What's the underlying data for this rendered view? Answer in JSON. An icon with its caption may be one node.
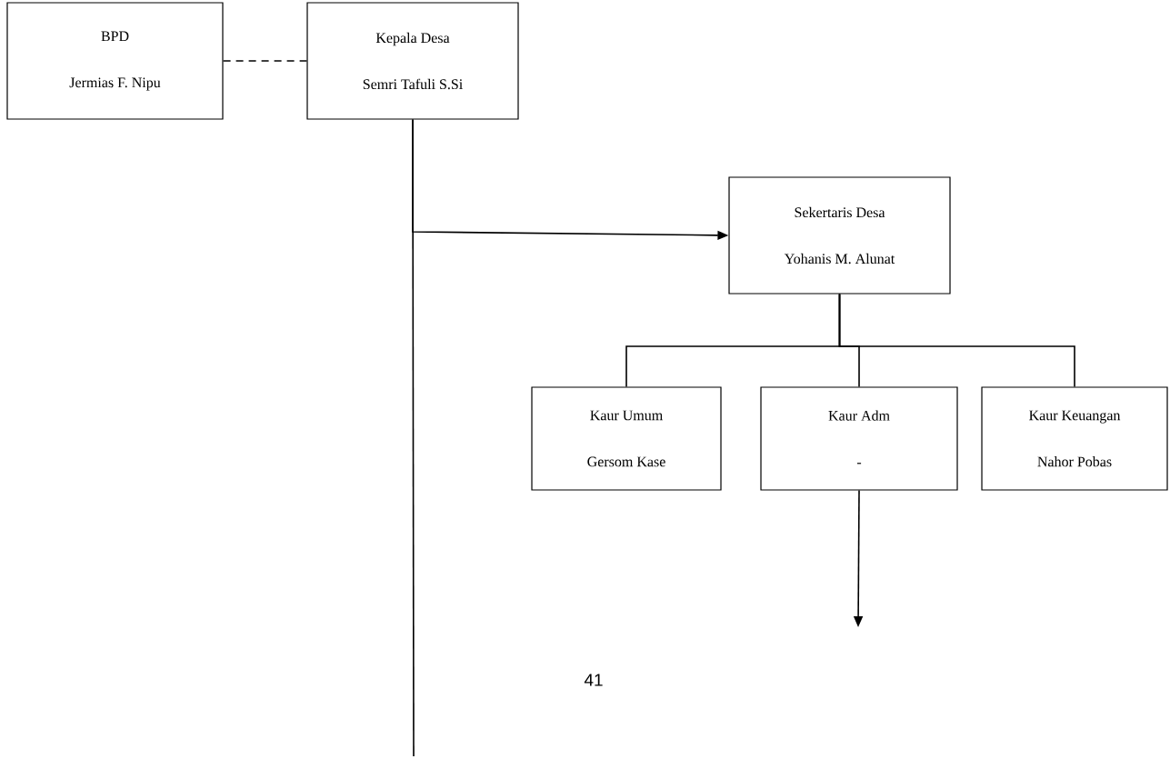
{
  "diagram": {
    "nodes": [
      {
        "text": [
          "BPD",
          "Jermias F. Nipu"
        ]
      },
      {
        "text": [
          "Kepala Desa",
          "Semri Tafuli S.Si"
        ]
      },
      {
        "text": [
          "Sekertaris Desa",
          "Yohanis M. Alunat"
        ]
      },
      {
        "text": [
          "Kaur Umum",
          "Gersom Kase"
        ]
      },
      {
        "text": [
          "Kaur Adm",
          "-"
        ]
      },
      {
        "text": [
          "Kaur Keuangan",
          "Nahor Pobas"
        ]
      }
    ],
    "edges": [
      {
        "from": 0,
        "to": 1,
        "arrow": "none",
        "style": "dashed"
      },
      {
        "from": 1,
        "to": 2,
        "arrow": "to"
      },
      {
        "from": 1,
        "to": null,
        "arrow": "none"
      },
      {
        "from": 2,
        "to": 3,
        "arrow": "none"
      },
      {
        "from": 2,
        "to": 4,
        "arrow": "none"
      },
      {
        "from": 2,
        "to": 5,
        "arrow": "none"
      },
      {
        "from": 4,
        "to": null,
        "arrow": "to"
      }
    ],
    "labels": [
      "41"
    ]
  }
}
